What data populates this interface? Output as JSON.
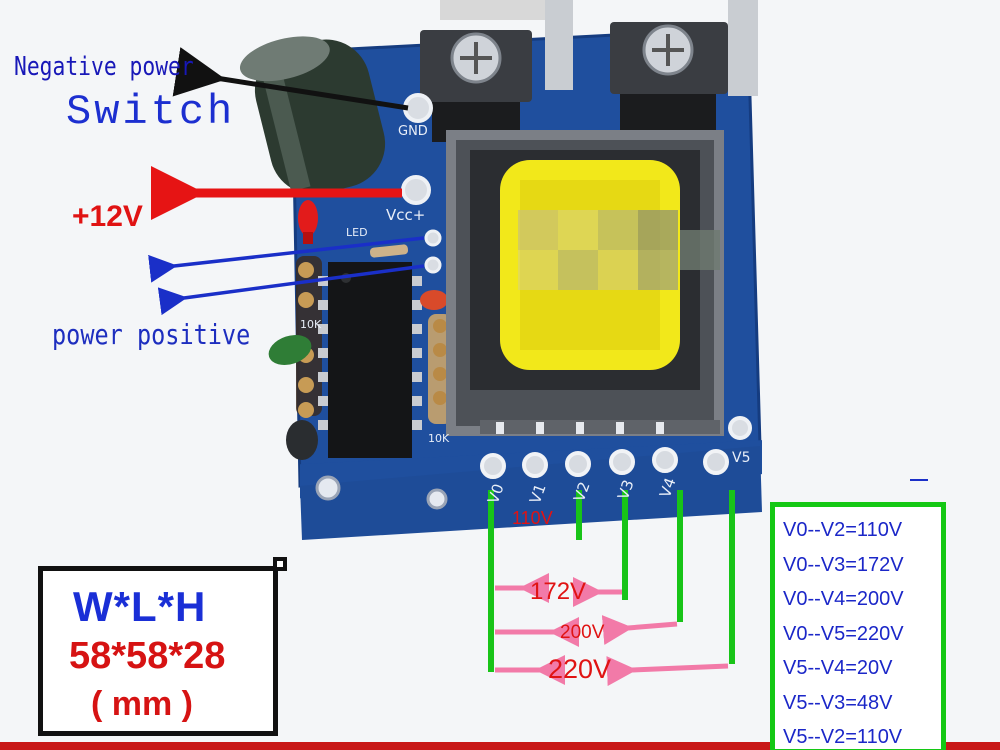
{
  "labels": {
    "negative_power": "Negative power",
    "switch": "Switch",
    "plus_12v": "+12V",
    "power_positive": "power positive"
  },
  "board": {
    "gnd": "GND",
    "vcc": "Vcc+",
    "led": "LED",
    "res_10k_a": "10K",
    "res_10k_b": "10K",
    "pins": [
      "V0",
      "V1",
      "V2",
      "V3",
      "V4"
    ],
    "pin_v5": "V5"
  },
  "voltages": {
    "v110": "110V",
    "v172": "172V",
    "v200": "200V",
    "v220": "220V"
  },
  "dimensions": {
    "label": "W*L*H",
    "value": "58*58*28",
    "unit": "( mm )"
  },
  "voltage_table": [
    "V0--V2=110V",
    "V0--V3=172V",
    "V0--V4=200V",
    "V0--V5=220V",
    "V5--V4=20V",
    "V5--V3=48V",
    "V5--V2=110V"
  ],
  "colors": {
    "pcb": "#1f4f9e",
    "transformer_yellow": "#f2e81a",
    "wire_green": "#18c418",
    "arrow_pink": "#f27aa8",
    "arrow_red": "#e61414",
    "arrow_blue": "#1a2fc8"
  }
}
